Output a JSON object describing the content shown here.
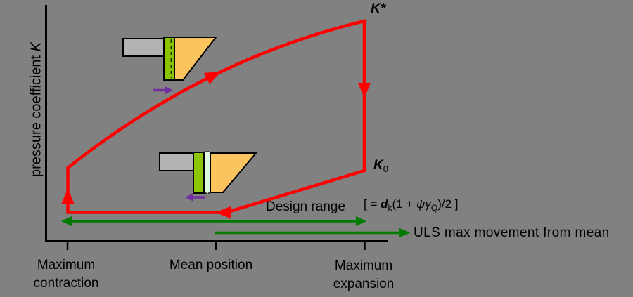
{
  "background_color": "#818181",
  "colors": {
    "loop_red": "#FF0000",
    "range_arrow_green": "#007B00",
    "movement_arrow_purple": "#7030A0",
    "abutment_gray": "#B3B3B3",
    "wall_green": "#8CC400",
    "gap_light_green": "#DEF5DE",
    "soil_wedge_orange": "#FCC45E",
    "axis_black": "#000000"
  },
  "y_axis": {
    "label_prefix": "pressure coefficient ",
    "label_symbol": "K"
  },
  "x_axis": {
    "tick_labels": [
      {
        "line1": "Maximum",
        "line2": "contraction"
      },
      {
        "line1": "Mean position",
        "line2": ""
      },
      {
        "line1": "Maximum",
        "line2": "expansion"
      }
    ]
  },
  "loop_labels": {
    "k_star": {
      "symbol": "K",
      "mark": "*"
    },
    "k_zero": {
      "symbol": "K",
      "sub": "0"
    }
  },
  "annotations": {
    "design_range_label": "Design range",
    "design_range_formula": {
      "open": "[ = ",
      "var": "d",
      "var_sub": "k",
      "mid": "(1 + ",
      "greek": "ψγ",
      "greek_sub": "Q",
      "close": ")/2 ]"
    },
    "uls_label": "ULS max movement from mean"
  },
  "insets": {
    "top_inset_icon": "wall-pushed-into-backfill",
    "bottom_inset_icon": "wall-pulled-from-backfill"
  }
}
